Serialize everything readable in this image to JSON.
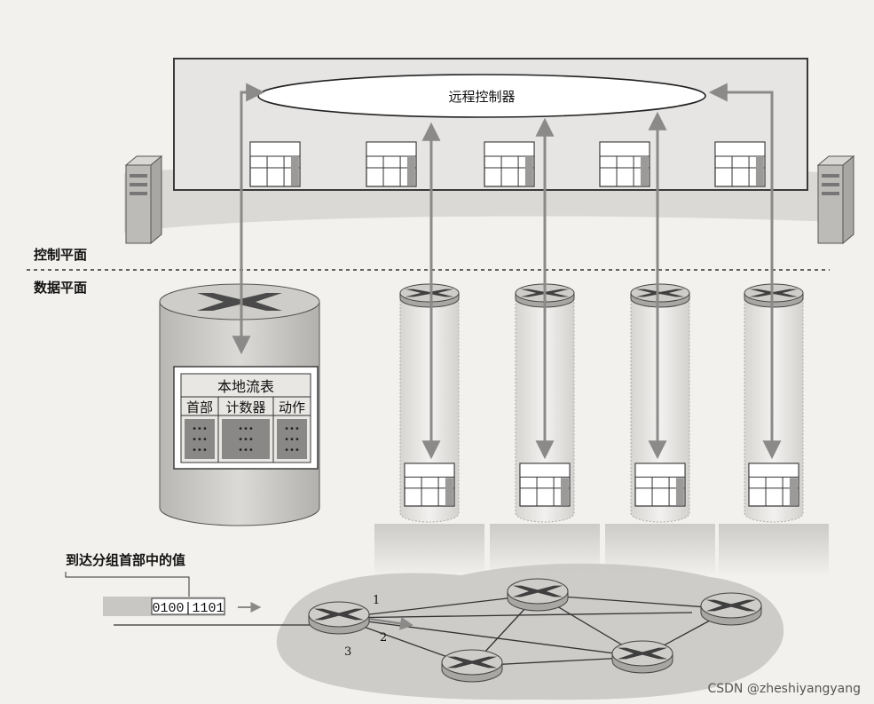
{
  "controller": {
    "label": "远程控制器"
  },
  "planes": {
    "control": "控制平面",
    "data": "数据平面"
  },
  "flow_table": {
    "title": "本地流表",
    "columns": [
      "首部",
      "计数器",
      "动作"
    ],
    "cell_text": "•••"
  },
  "packet": {
    "caption": "到达分组首部中的值",
    "bits": "0100|1101"
  },
  "ports": [
    "1",
    "2",
    "3"
  ],
  "watermark": "CSDN @zheshiyangyang",
  "colors": {
    "background": "#f3f1ee",
    "panel_fill": "#e7e5e3",
    "arrow": "#8b8a88",
    "router_top": "#cfcdc9",
    "router_side": "#bdbbb8",
    "table_header": "#7d7a78"
  },
  "icons": [
    "server-icon",
    "router-icon",
    "flow-table-icon",
    "arrow-icon"
  ]
}
